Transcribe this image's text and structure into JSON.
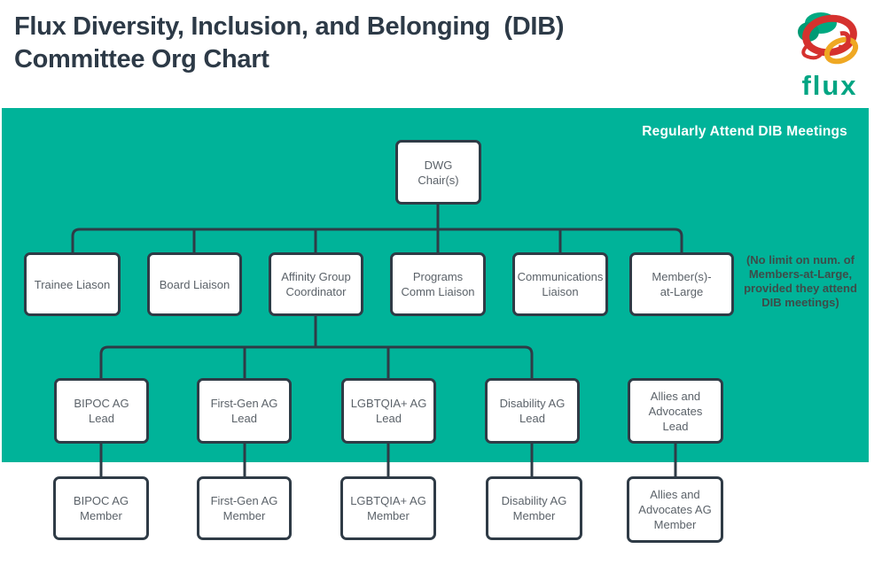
{
  "header": {
    "title_line1": "Flux Diversity, Inclusion, and Belonging  (DIB)",
    "title_line2": "Committee Org Chart",
    "logo_text": "flux"
  },
  "panel": {
    "legend": "Regularly Attend DIB Meetings",
    "members_at_large_note": "(No limit on num. of\nMembers-at-Large,\nprovided they attend\nDIB meetings)"
  },
  "colors": {
    "panel_teal": "#00b399",
    "line_dark": "#2f3b46",
    "node_text_gray": "#5b6269",
    "title_charcoal": "#2d3a47",
    "note_dark": "#3d4c49",
    "flux_wordmark_green": "#00a583",
    "logo_red": "#d5312e",
    "logo_yellow": "#efa823",
    "logo_green": "#00a981"
  },
  "org": {
    "nodes": [
      {
        "id": "dwg-chairs",
        "lines": [
          "DWG",
          "Chair(s)"
        ]
      },
      {
        "id": "trainee-liason",
        "lines": [
          "Trainee Liason"
        ]
      },
      {
        "id": "board-liaison",
        "lines": [
          "Board Liaison"
        ]
      },
      {
        "id": "affinity-group-coordinator",
        "lines": [
          "Affinity Group",
          "Coordinator"
        ]
      },
      {
        "id": "programs-comm-liaison",
        "lines": [
          "Programs",
          "Comm Liaison"
        ]
      },
      {
        "id": "communications-liaison",
        "lines": [
          "Communications",
          "Liaison"
        ]
      },
      {
        "id": "members-at-large",
        "lines": [
          "Member(s)-",
          "at-Large"
        ]
      },
      {
        "id": "bipoc-ag-lead",
        "lines": [
          "BIPOC AG",
          "Lead"
        ]
      },
      {
        "id": "first-gen-ag-lead",
        "lines": [
          "First-Gen AG",
          "Lead"
        ]
      },
      {
        "id": "lgbtqia-ag-lead",
        "lines": [
          "LGBTQIA+ AG",
          "Lead"
        ]
      },
      {
        "id": "disability-ag-lead",
        "lines": [
          "Disability AG",
          "Lead"
        ]
      },
      {
        "id": "allies-advocates-lead",
        "lines": [
          "Allies and",
          "Advocates",
          "Lead"
        ]
      },
      {
        "id": "bipoc-ag-member",
        "lines": [
          "BIPOC AG",
          "Member"
        ]
      },
      {
        "id": "first-gen-ag-member",
        "lines": [
          "First-Gen AG",
          "Member"
        ]
      },
      {
        "id": "lgbtqia-ag-member",
        "lines": [
          "LGBTQIA+ AG",
          "Member"
        ]
      },
      {
        "id": "disability-ag-member",
        "lines": [
          "Disability AG",
          "Member"
        ]
      },
      {
        "id": "allies-advocates-ag-member",
        "lines": [
          "Allies and",
          "Advocates AG",
          "Member"
        ]
      }
    ]
  }
}
